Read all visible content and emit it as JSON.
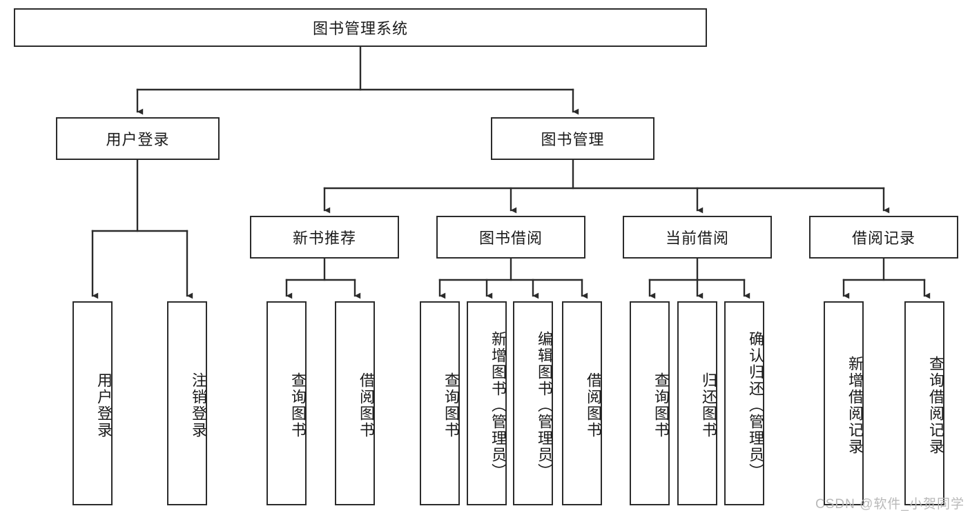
{
  "diagram": {
    "title": "图书管理系统",
    "type": "tree",
    "watermark": "CSDN @软件_小贺同学",
    "colors": {
      "box_border": "#2b2b2b",
      "box_fill": "#ffffff",
      "connector": "#2b2b2b",
      "text": "#1a1a1a",
      "watermark": "#b9b9b9"
    },
    "nodes": {
      "root": {
        "label": "图书管理系统"
      },
      "level2": [
        {
          "id": "user-login",
          "label": "用户登录"
        },
        {
          "id": "book-manage",
          "label": "图书管理"
        }
      ],
      "level3": [
        {
          "id": "new-book-recommend",
          "label": "新书推荐"
        },
        {
          "id": "book-borrow",
          "label": "图书借阅"
        },
        {
          "id": "current-borrow",
          "label": "当前借阅"
        },
        {
          "id": "borrow-record",
          "label": "借阅记录"
        }
      ],
      "leaves": {
        "user-login": [
          {
            "id": "leaf-user-login",
            "label": "用户登录"
          },
          {
            "id": "leaf-logout-login",
            "label": "注销登录"
          }
        ],
        "new-book-recommend": [
          {
            "id": "leaf-query-book-1",
            "label": "查询图书"
          },
          {
            "id": "leaf-borrow-book-1",
            "label": "借阅图书"
          }
        ],
        "book-borrow": [
          {
            "id": "leaf-query-book-2",
            "label": "查询图书"
          },
          {
            "id": "leaf-add-book",
            "label": "新增图书（管理员）"
          },
          {
            "id": "leaf-edit-book",
            "label": "编辑图书（管理员）"
          },
          {
            "id": "leaf-borrow-book-2",
            "label": "借阅图书"
          }
        ],
        "current-borrow": [
          {
            "id": "leaf-query-book-3",
            "label": "查询图书"
          },
          {
            "id": "leaf-return-book",
            "label": "归还图书"
          },
          {
            "id": "leaf-confirm-return",
            "label": "确认归还（管理员）"
          }
        ],
        "borrow-record": [
          {
            "id": "leaf-add-record",
            "label": "新增借阅记录"
          },
          {
            "id": "leaf-query-record",
            "label": "查询借阅记录"
          }
        ]
      }
    }
  }
}
